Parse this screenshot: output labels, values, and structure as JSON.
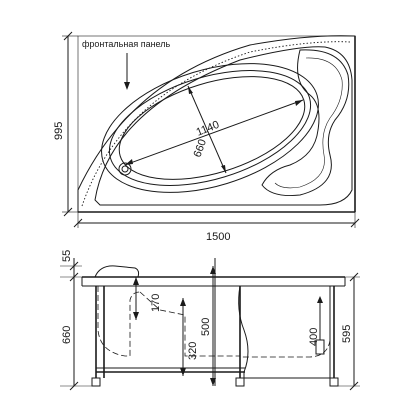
{
  "top_view": {
    "front_panel_label": "фронтальная панель",
    "dim_length": "1500",
    "dim_depth": "995",
    "dim_basin_length": "1140",
    "dim_basin_width": "660"
  },
  "side_view": {
    "dim_rim": "55",
    "dim_total_height": "660",
    "dim_seat": "170",
    "dim_seat_height": "320",
    "dim_depth_500": "500",
    "dim_drain_400": "400",
    "dim_panel_595": "595"
  }
}
